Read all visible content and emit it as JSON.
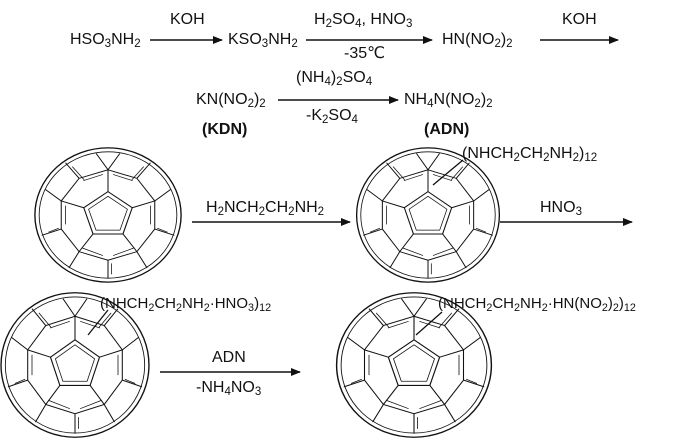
{
  "scheme": {
    "row1": {
      "sulfamic_acid": [
        "HSO",
        "3",
        "NH",
        "2"
      ],
      "arrow1_reagent": "KOH",
      "potassium_sulfamate": [
        "KSO",
        "3",
        "NH",
        "2"
      ],
      "arrow2_reagent_top": [
        "H",
        "2",
        "SO",
        "4",
        ", HNO",
        "3"
      ],
      "arrow2_reagent_bottom": "-35℃",
      "dinitramide": [
        "HN(NO",
        "2",
        ")",
        "2"
      ],
      "arrow3_reagent": "KOH"
    },
    "row2": {
      "kdn_formula": [
        "KN(NO",
        "2",
        ")",
        "2"
      ],
      "kdn_label": "(KDN)",
      "arrow_reagent_top": [
        "(NH",
        "4",
        ")",
        "2",
        "SO",
        "4"
      ],
      "arrow_reagent_bottom": [
        "-K",
        "2",
        "SO",
        "4"
      ],
      "adn_formula": [
        "NH",
        "4",
        "N(NO",
        "2",
        ")",
        "2"
      ],
      "adn_label": "(ADN)"
    },
    "row3": {
      "arrow1_reagent": [
        "H",
        "2",
        "NCH",
        "2",
        "CH",
        "2",
        "NH",
        "2"
      ],
      "product_substituent": [
        "(NHCH",
        "2",
        "CH",
        "2",
        "NH",
        "2",
        ")",
        "12"
      ],
      "arrow2_reagent": [
        "HNO",
        "3"
      ]
    },
    "row4": {
      "salt_substituent": [
        "(NHCH",
        "2",
        "CH",
        "2",
        "NH",
        "2",
        "·HNO",
        "3",
        ")",
        "12"
      ],
      "arrow_reagent_top": "ADN",
      "arrow_reagent_bottom": [
        "-NH",
        "4",
        "NO",
        "3"
      ],
      "product_substituent": [
        "(NHCH",
        "2",
        "CH",
        "2",
        "NH",
        "2",
        "·HN(NO",
        "2",
        ")",
        "2",
        ")",
        "12"
      ]
    }
  }
}
